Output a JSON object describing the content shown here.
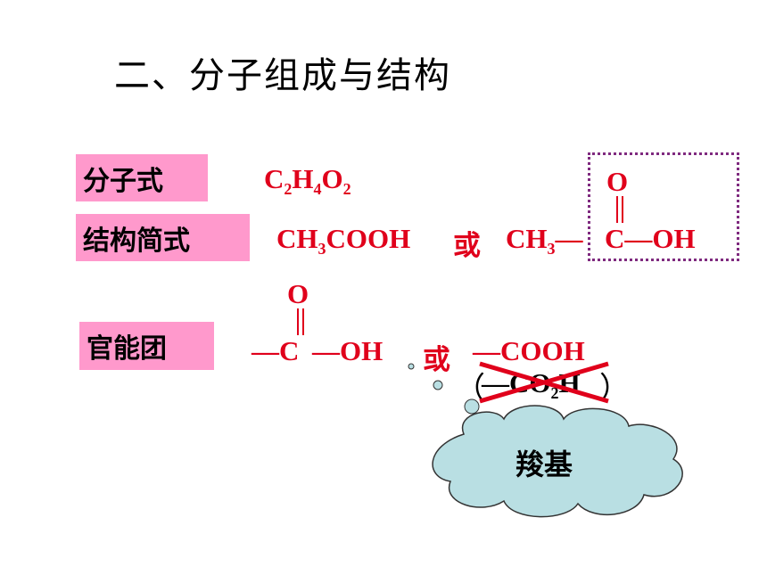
{
  "title": "二、分子组成与结构",
  "labels": {
    "molecular_formula": "分子式",
    "structural_formula": "结构简式",
    "functional_group": "官能团"
  },
  "molecular_formula": {
    "c": "C",
    "c_sub": "2",
    "h": "H",
    "h_sub": "4",
    "o": "O",
    "o_sub": "2"
  },
  "structural": {
    "ch3cooh_a": "CH",
    "ch3cooh_sub": "3",
    "ch3cooh_b": "COOH",
    "or": "或",
    "ch3_prefix": "CH",
    "ch3_sub": "3",
    "bond1": "—",
    "carbon": "C",
    "bond_oh": "—OH",
    "oxygen": "O"
  },
  "functional_group": {
    "oxygen": "O",
    "bond_c": "—C",
    "bond_oh": "—OH",
    "or": "或",
    "cooh": "—COOH",
    "paren_open": "（",
    "paren_close": "）",
    "crossed_a": "—CO",
    "crossed_sub": "2",
    "crossed_b": "H"
  },
  "cloud_label": "羧基",
  "colors": {
    "accent_red": "#e0001b",
    "label_pink": "#ff99cc",
    "cloud_fill": "#b9dfe3",
    "dotted_box": "#7f2a7f"
  }
}
